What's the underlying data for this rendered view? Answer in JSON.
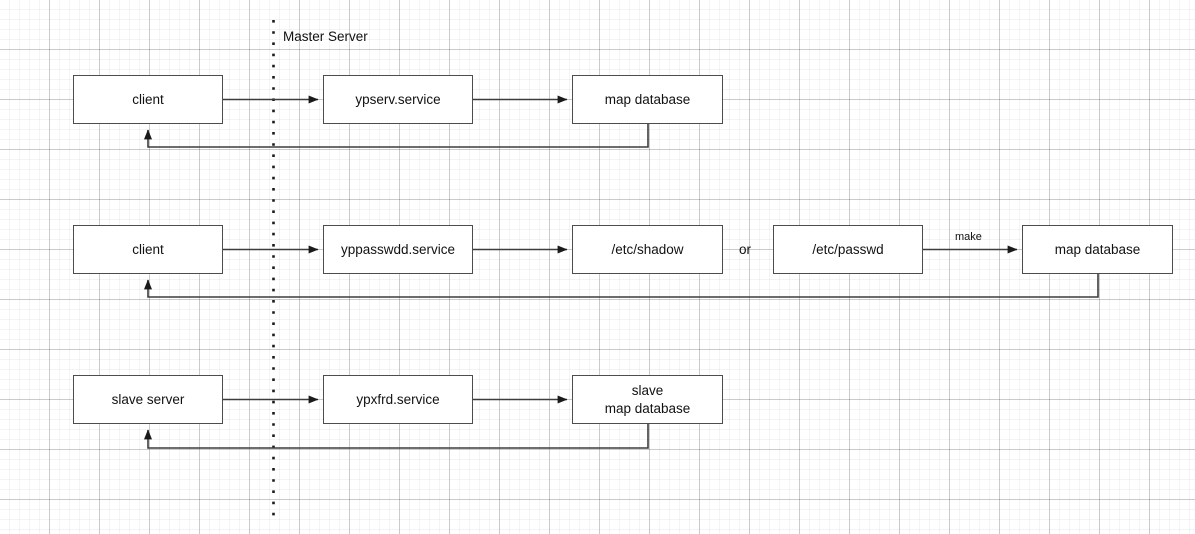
{
  "diagram": {
    "title_label": "Master Server",
    "divider": {
      "name": "master-server-boundary",
      "style": "dotted-vertical"
    },
    "standalone_labels": {
      "or": "or",
      "make": "make"
    },
    "rows": [
      {
        "id": "ypserv-flow",
        "nodes": [
          {
            "id": "client-1",
            "label": "client"
          },
          {
            "id": "ypserv-service",
            "label": "ypserv.service"
          },
          {
            "id": "map-database-1",
            "label": "map database"
          }
        ],
        "return_arrow_to": "client-1"
      },
      {
        "id": "yppasswdd-flow",
        "nodes": [
          {
            "id": "client-2",
            "label": "client"
          },
          {
            "id": "yppasswdd-service",
            "label": "yppasswdd.service"
          },
          {
            "id": "etc-shadow",
            "label": "/etc/shadow"
          },
          {
            "id": "etc-passwd",
            "label": "/etc/passwd"
          },
          {
            "id": "map-database-2",
            "label": "map database"
          }
        ],
        "return_arrow_to": "client-2"
      },
      {
        "id": "ypxfrd-flow",
        "nodes": [
          {
            "id": "slave-server",
            "label": "slave server"
          },
          {
            "id": "ypxfrd-service",
            "label": "ypxfrd.service"
          },
          {
            "id": "slave-map-database",
            "label": "slave\nmap database"
          }
        ],
        "return_arrow_to": "slave-server"
      }
    ],
    "colors": {
      "box_stroke": "#4d4d4d",
      "connector": "#3d3d3d",
      "text": "#111111",
      "grid_minor": "#f2f2f2",
      "grid_major": "#d4d4d4"
    }
  }
}
